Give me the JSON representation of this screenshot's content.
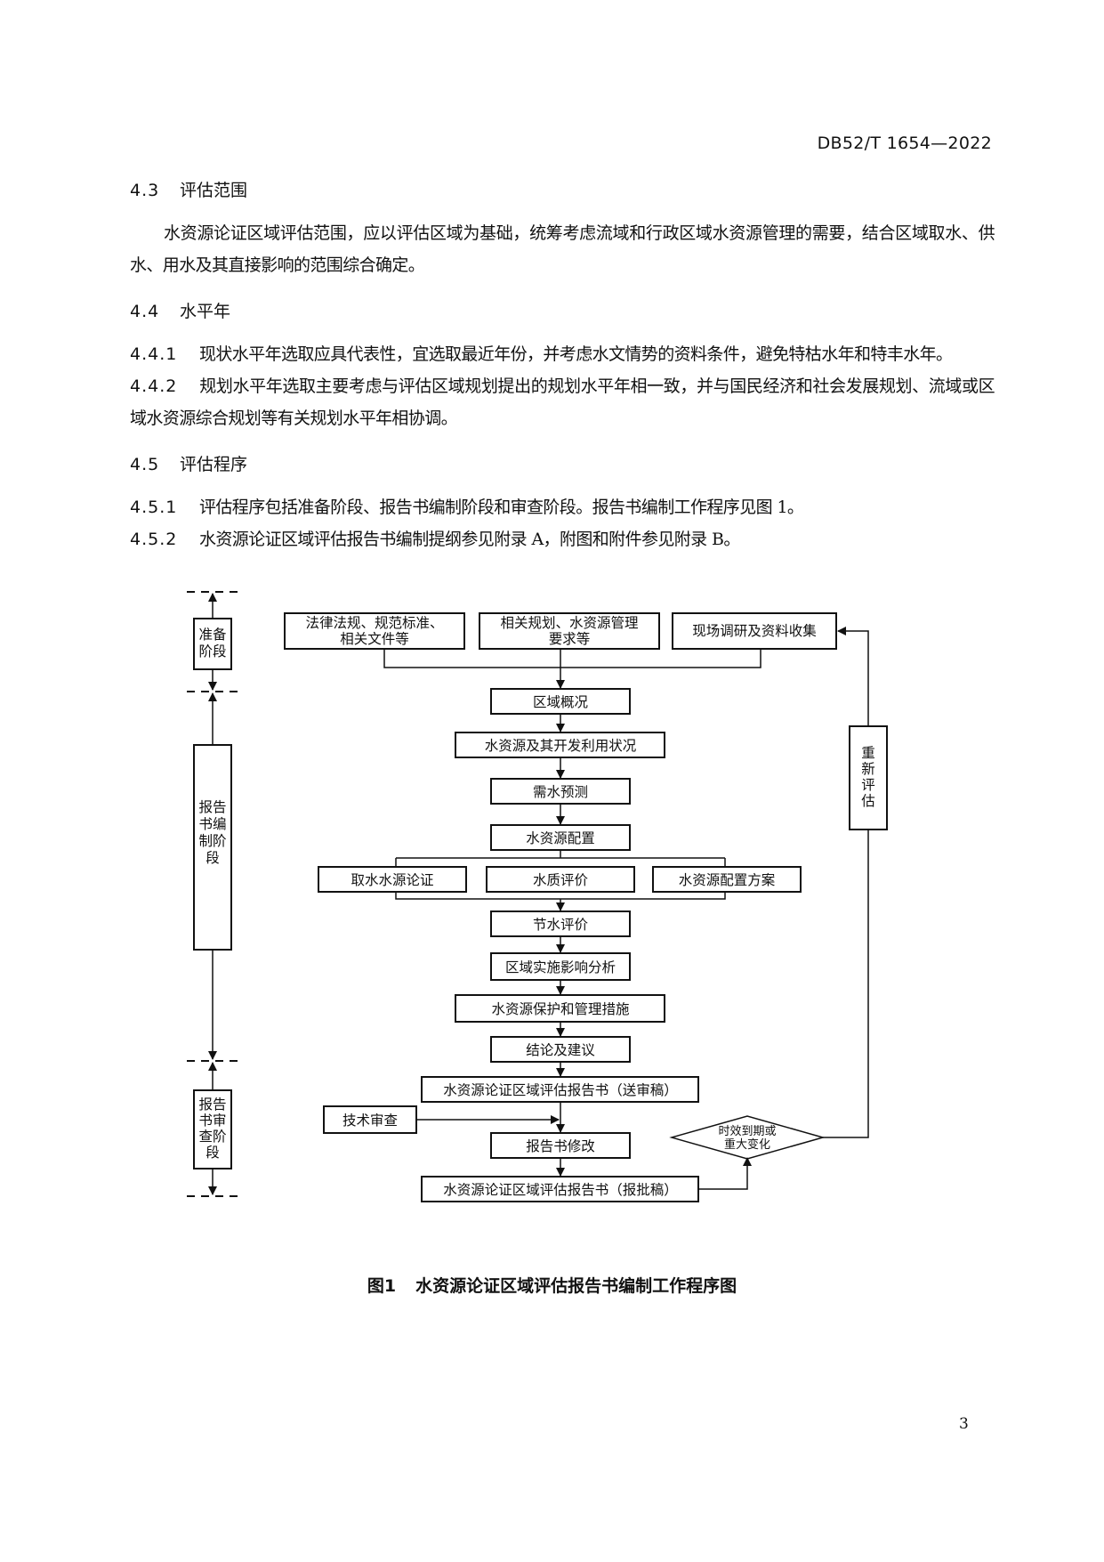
{
  "header": {
    "doc_code": "DB52/T 1654—2022"
  },
  "sections": [
    {
      "num": "4.3",
      "title": "评估范围",
      "body": "水资源论证区域评估范围，应以评估区域为基础，统筹考虑流域和行政区域水资源管理的需要，结合区域取水、供水、用水及其直接影响的范围综合确定。"
    },
    {
      "num": "4.4",
      "title": "水平年",
      "clauses": [
        {
          "num": "4.4.1",
          "text": "现状水平年选取应具代表性，宜选取最近年份，并考虑水文情势的资料条件，避免特枯水年和特丰水年。"
        },
        {
          "num": "4.4.2",
          "text": "规划水平年选取主要考虑与评估区域规划提出的规划水平年相一致，并与国民经济和社会发展规划、流域或区域水资源综合规划等有关规划水平年相协调。"
        }
      ]
    },
    {
      "num": "4.5",
      "title": "评估程序",
      "clauses": [
        {
          "num": "4.5.1",
          "text": "评估程序包括准备阶段、报告书编制阶段和审查阶段。报告书编制工作程序见图 1。"
        },
        {
          "num": "4.5.2",
          "text": "水资源论证区域评估报告书编制提纲参见附录 A，附图和附件参见附录 B。"
        }
      ]
    }
  ],
  "flowchart": {
    "stages": {
      "prep": [
        "准备",
        "阶段"
      ],
      "compile": [
        "报告",
        "书编",
        "制阶",
        "段"
      ],
      "review": [
        "报告",
        "书审",
        "查阶",
        "段"
      ]
    },
    "inputs": {
      "laws": [
        "法律法规、规范标准、",
        "相关文件等"
      ],
      "plans": [
        "相关规划、水资源管理",
        "要求等"
      ],
      "survey": "现场调研及资料收集"
    },
    "steps": {
      "overview": "区域概况",
      "status": "水资源及其开发利用状况",
      "demand": "需水预测",
      "allocation": "水资源配置",
      "intake": "取水水源论证",
      "quality": "水质评价",
      "scheme": "水资源配置方案",
      "saving": "节水评价",
      "impact": "区域实施影响分析",
      "protection": "水资源保护和管理措施",
      "conclusion": "结论及建议",
      "draft_review": "水资源论证区域评估报告书（送审稿）",
      "tech_review": "技术审查",
      "revise": "报告书修改",
      "draft_approval": "水资源论证区域评估报告书（报批稿）"
    },
    "decision": [
      "时效到期或",
      "重大变化"
    ],
    "reassess": [
      "重",
      "新",
      "评",
      "估"
    ]
  },
  "caption": {
    "fig": "图1",
    "title": "水资源论证区域评估报告书编制工作程序图"
  },
  "footer": {
    "page_number": "3"
  }
}
